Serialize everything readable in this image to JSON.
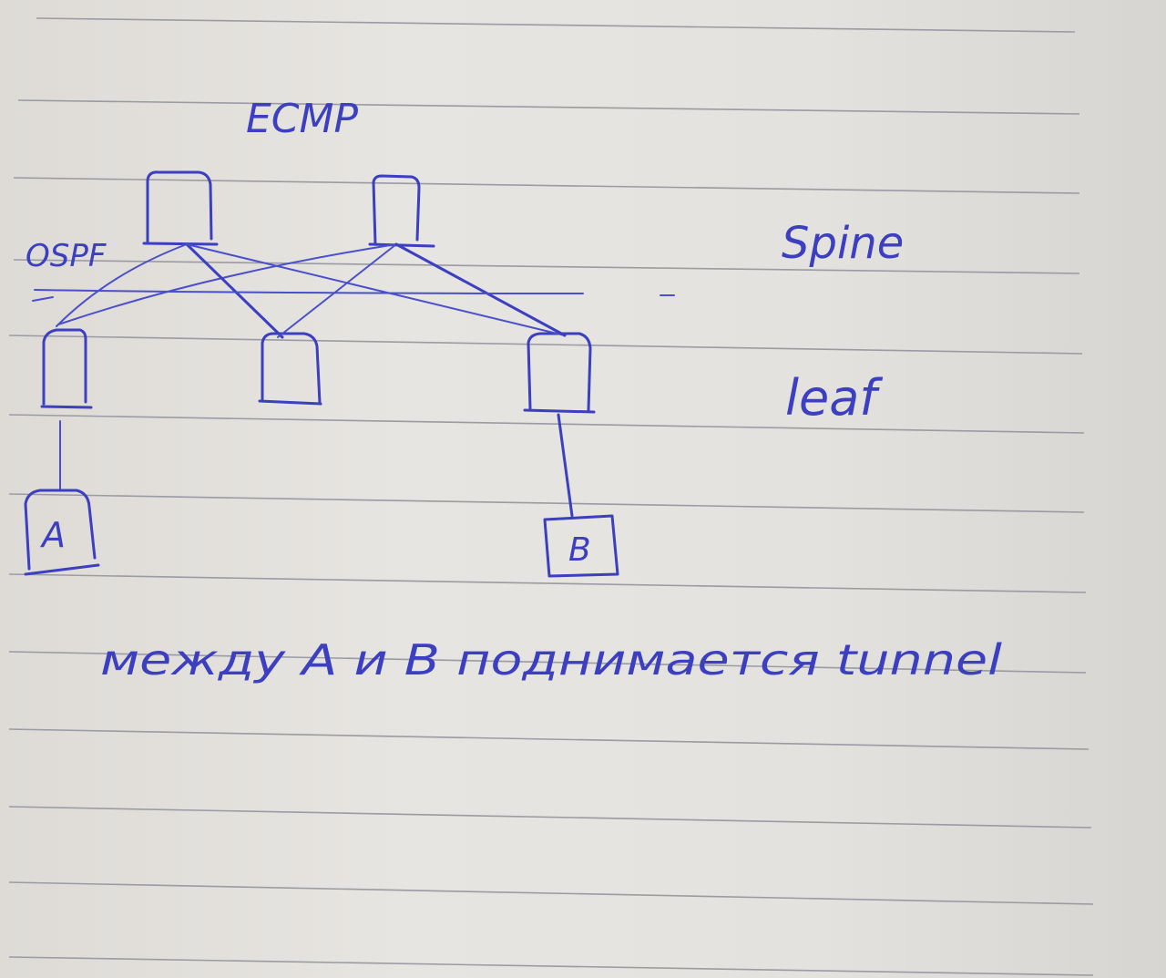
{
  "labels": {
    "top": "ECMP",
    "routing": "OSPF",
    "spine": "Spine",
    "leaf": "leaf",
    "host_a": "A",
    "host_b": "B",
    "caption": "между A и B поднимается tunnel"
  },
  "colors": {
    "ink": "#3b3fc0",
    "paper": "#e5e3df",
    "rule": "#9a9ba3"
  }
}
